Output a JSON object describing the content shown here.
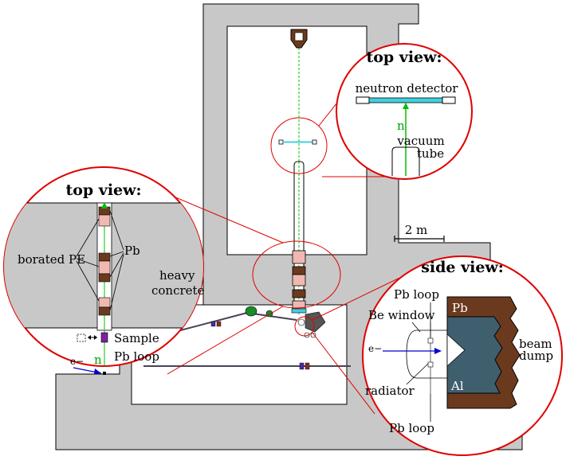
{
  "labels": {
    "top_view_upper": "top view:",
    "top_view_left": "top view:",
    "side_view": "side view:",
    "neutron_detector": "neutron detector",
    "n_upper": "n",
    "vacuum": "vacuum",
    "tube": "tube",
    "scale": "2 m",
    "borated_pe_line1": "borated PE",
    "pb_left": "Pb",
    "heavy": "heavy",
    "concrete": "concrete",
    "sample": "Sample",
    "n_left": "n",
    "pb_loop_left": "Pb loop",
    "electron_left": "e−",
    "pb_loop_side_top": "Pb loop",
    "be_window": "Be window",
    "electron_side": "e−",
    "radiator": "radiator",
    "pb_loop_side_bottom": "Pb loop",
    "pb_block": "Pb",
    "al_block": "Al",
    "beam": "beam",
    "dump": "dump"
  },
  "colors": {
    "concrete": "#c8c8c8",
    "outline": "#000000",
    "callout": "#e00000",
    "neutron_beam": "#00c000",
    "electron": "#0000d0",
    "pb_brown": "#6b3a1e",
    "al_blue": "#3f5f6f",
    "pe_pink": "#f0b8b0",
    "detector_cyan": "#40d0e0",
    "sample_purple": "#8020a0"
  }
}
